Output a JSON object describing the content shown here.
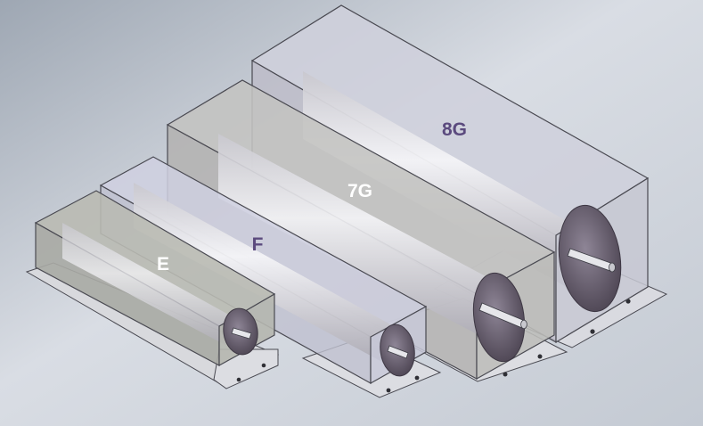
{
  "labels": {
    "e": "E",
    "f": "F",
    "g7": "7G",
    "g8": "8G"
  },
  "colors": {
    "background_light": "#dfe3e9",
    "background_dark": "#9aa3b0",
    "label_dark": "#5b4a7e",
    "label_light": "#ffffff",
    "cylinder_end": "#6d6474",
    "mount_plate": "#dcdde2"
  }
}
